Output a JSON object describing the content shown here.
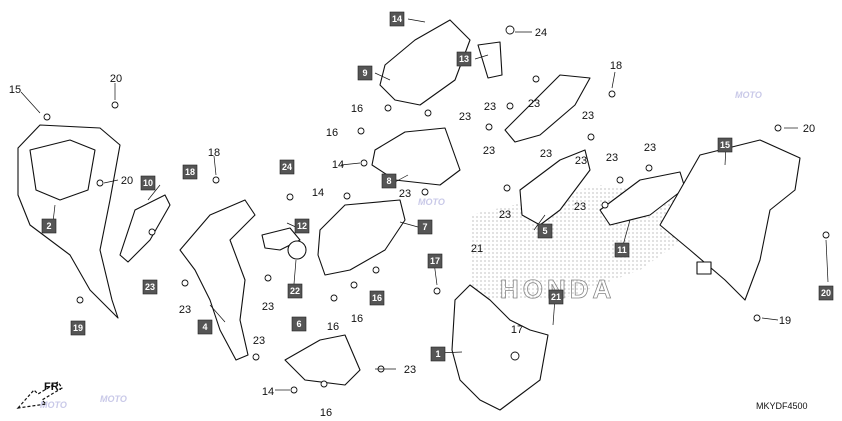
{
  "diagram": {
    "code": "MKYDF4500",
    "direction_label": "FR.",
    "watermark": "MOTO",
    "colors": {
      "box_fill": "#555555",
      "line": "#111111",
      "watermark": "#c9c9e8"
    },
    "boxed_callouts": [
      {
        "id": "b14a",
        "text": "14"
      },
      {
        "id": "b9",
        "text": "9"
      },
      {
        "id": "b13",
        "text": "13"
      },
      {
        "id": "b10",
        "text": "10"
      },
      {
        "id": "b18",
        "text": "18"
      },
      {
        "id": "b24",
        "text": "24"
      },
      {
        "id": "b12",
        "text": "12"
      },
      {
        "id": "b22",
        "text": "22"
      },
      {
        "id": "b8",
        "text": "8"
      },
      {
        "id": "b7",
        "text": "7"
      },
      {
        "id": "b2",
        "text": "2"
      },
      {
        "id": "b23",
        "text": "23"
      },
      {
        "id": "b19",
        "text": "19"
      },
      {
        "id": "b4",
        "text": "4"
      },
      {
        "id": "b6",
        "text": "6"
      },
      {
        "id": "b16",
        "text": "16"
      },
      {
        "id": "b17",
        "text": "17"
      },
      {
        "id": "b1",
        "text": "1"
      },
      {
        "id": "b21",
        "text": "21"
      },
      {
        "id": "b5",
        "text": "5"
      },
      {
        "id": "b11",
        "text": "11"
      },
      {
        "id": "b15",
        "text": "15"
      },
      {
        "id": "b20",
        "text": "20"
      }
    ],
    "plain_callouts": [
      {
        "id": "p24a",
        "text": "24"
      },
      {
        "id": "p18a",
        "text": "18"
      },
      {
        "id": "p16a",
        "text": "16"
      },
      {
        "id": "p23a",
        "text": "23"
      },
      {
        "id": "p23b",
        "text": "23"
      },
      {
        "id": "p23c",
        "text": "23"
      },
      {
        "id": "p16b",
        "text": "16"
      },
      {
        "id": "p23d",
        "text": "23"
      },
      {
        "id": "p23e",
        "text": "23"
      },
      {
        "id": "p14a",
        "text": "14"
      },
      {
        "id": "p23f",
        "text": "23"
      },
      {
        "id": "p23g",
        "text": "23"
      },
      {
        "id": "p23h",
        "text": "23"
      },
      {
        "id": "p23i",
        "text": "23"
      },
      {
        "id": "p23j",
        "text": "23"
      },
      {
        "id": "p20a",
        "text": "20"
      },
      {
        "id": "p15a",
        "text": "15"
      },
      {
        "id": "p20b",
        "text": "20"
      },
      {
        "id": "p20c",
        "text": "20"
      },
      {
        "id": "p18b",
        "text": "18"
      },
      {
        "id": "p14b",
        "text": "14"
      },
      {
        "id": "p23k",
        "text": "23"
      },
      {
        "id": "p23l",
        "text": "23"
      },
      {
        "id": "p21",
        "text": "21"
      },
      {
        "id": "p16c",
        "text": "16"
      },
      {
        "id": "p16d",
        "text": "16"
      },
      {
        "id": "p23m",
        "text": "23"
      },
      {
        "id": "p23n",
        "text": "23"
      },
      {
        "id": "p17",
        "text": "17"
      },
      {
        "id": "p14c",
        "text": "14"
      },
      {
        "id": "p16e",
        "text": "16"
      },
      {
        "id": "p23o",
        "text": "23"
      },
      {
        "id": "p19",
        "text": "19"
      },
      {
        "id": "p23p",
        "text": "23"
      }
    ]
  }
}
